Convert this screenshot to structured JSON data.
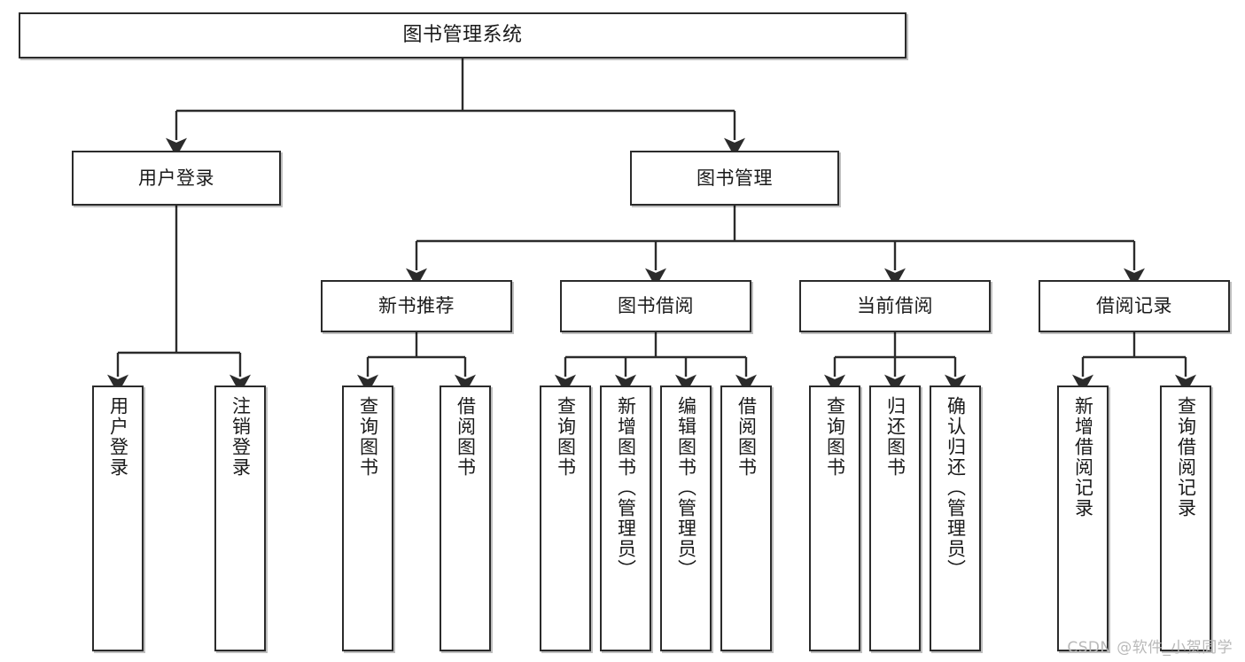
{
  "diagram": {
    "title": "图书管理系统",
    "watermark": "CSDN @软件_小贺同学",
    "colors": {
      "stroke": "#2b2b2b",
      "fill": "#ffffff",
      "text": "#1a1a1a",
      "watermark": "#b9b9b9"
    },
    "nodes": {
      "root": {
        "label": "图书管理系统"
      },
      "user_login": {
        "label": "用户登录"
      },
      "book_manage": {
        "label": "图书管理"
      },
      "new_book_rec": {
        "label": "新书推荐"
      },
      "book_borrow": {
        "label": "图书借阅"
      },
      "current_borrow": {
        "label": "当前借阅"
      },
      "borrow_record": {
        "label": "借阅记录"
      },
      "leaf_user_login": {
        "label": "用户登录"
      },
      "leaf_logout": {
        "label": "注销登录"
      },
      "leaf_query_book_1": {
        "label": "查询图书"
      },
      "leaf_borrow_book_1": {
        "label": "借阅图书"
      },
      "leaf_query_book_2": {
        "label": "查询图书"
      },
      "leaf_add_book": {
        "label": "新增图书（管理员）"
      },
      "leaf_edit_book": {
        "label": "编辑图书（管理员）"
      },
      "leaf_borrow_book_2": {
        "label": "借阅图书"
      },
      "leaf_query_book_3": {
        "label": "查询图书"
      },
      "leaf_return_book": {
        "label": "归还图书"
      },
      "leaf_confirm_return": {
        "label": "确认归还（管理员）"
      },
      "leaf_add_record": {
        "label": "新增借阅记录"
      },
      "leaf_query_record": {
        "label": "查询借阅记录"
      }
    }
  }
}
